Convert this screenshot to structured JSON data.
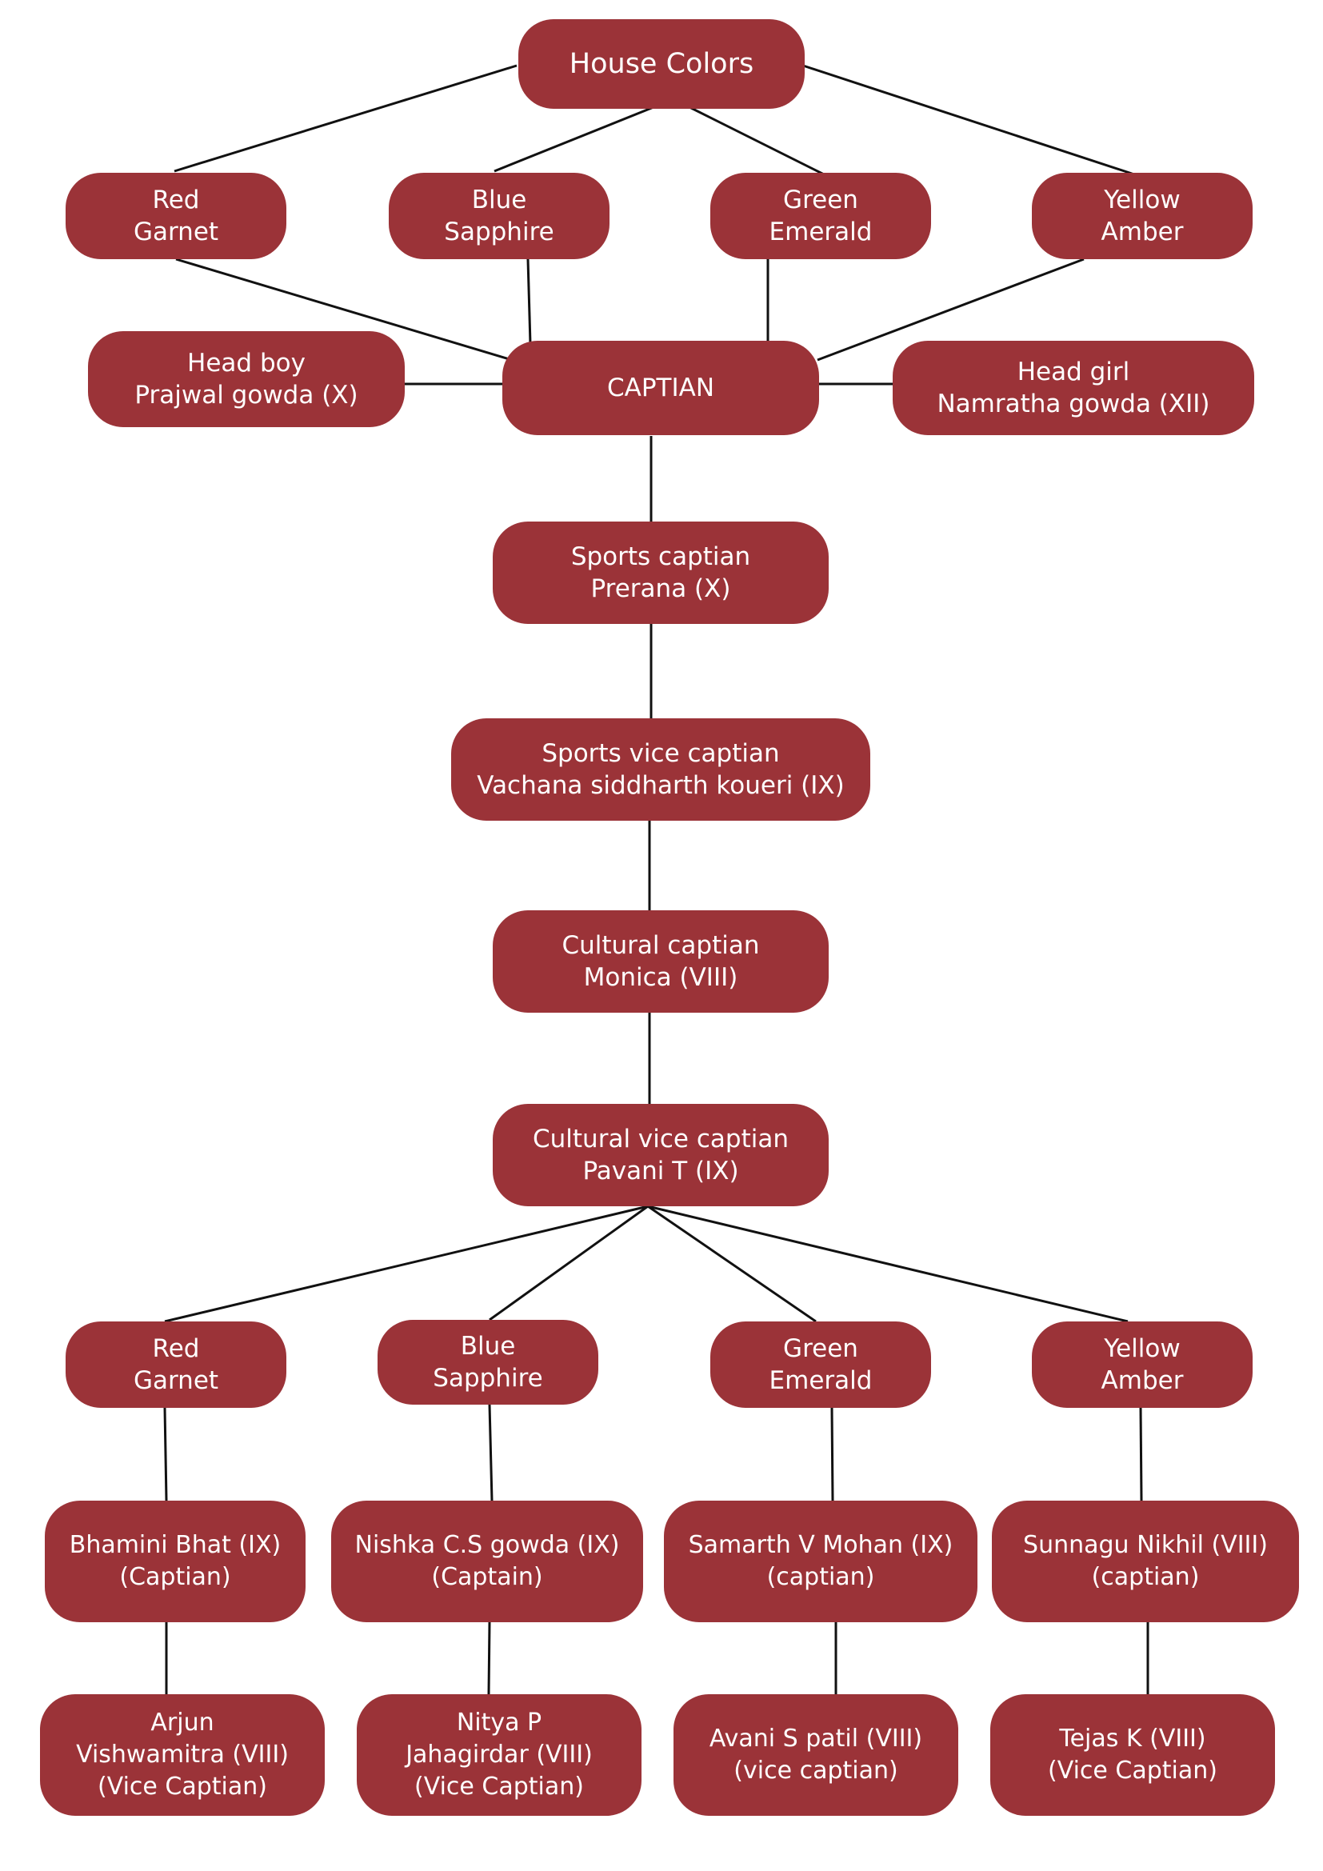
{
  "colors": {
    "node_fill": "#9b3338",
    "edge": "#111111",
    "text": "#ffffff"
  },
  "root": {
    "text": "House Colors"
  },
  "houses_top": [
    {
      "line1": "Red",
      "line2": "Garnet"
    },
    {
      "line1": "Blue",
      "line2": "Sapphire"
    },
    {
      "line1": "Green",
      "line2": "Emerald"
    },
    {
      "line1": "Yellow",
      "line2": "Amber"
    }
  ],
  "captain": {
    "text": "CAPTIAN"
  },
  "head_boy": {
    "line1": "Head boy",
    "line2": "Prajwal gowda (X)"
  },
  "head_girl": {
    "line1": "Head girl",
    "line2": "Namratha gowda (XII)"
  },
  "chain": [
    {
      "line1": "Sports captian",
      "line2": "Prerana (X)"
    },
    {
      "line1": "Sports vice captian",
      "line2": "Vachana siddharth koueri (IX)"
    },
    {
      "line1": "Cultural captian",
      "line2": "Monica (VIII)"
    },
    {
      "line1": "Cultural vice captian",
      "line2": "Pavani T (IX)"
    }
  ],
  "houses_bottom": [
    {
      "line1": "Red",
      "line2": "Garnet"
    },
    {
      "line1": "Blue",
      "line2": "Sapphire"
    },
    {
      "line1": "Green",
      "line2": "Emerald"
    },
    {
      "line1": "Yellow",
      "line2": "Amber"
    }
  ],
  "house_captains": [
    {
      "line1": "Bhamini Bhat (IX)",
      "line2": "(Captian)"
    },
    {
      "line1": "Nishka C.S gowda (IX)",
      "line2": "(Captain)"
    },
    {
      "line1": "Samarth V Mohan (IX)",
      "line2": "(captian)"
    },
    {
      "line1": "Sunnagu  Nikhil (VIII)",
      "line2": "(captian)"
    }
  ],
  "vice_captains": [
    {
      "line1": "Arjun",
      "line2": "Vishwamitra (VIII)",
      "line3": "(Vice Captian)"
    },
    {
      "line1": "Nitya P",
      "line2": "Jahagirdar (VIII)",
      "line3": "(Vice Captian)"
    },
    {
      "line1": "Avani S patil (VIII)",
      "line2": "(vice captian)"
    },
    {
      "line1": "Tejas K (VIII)",
      "line2": "(Vice Captian)"
    }
  ]
}
